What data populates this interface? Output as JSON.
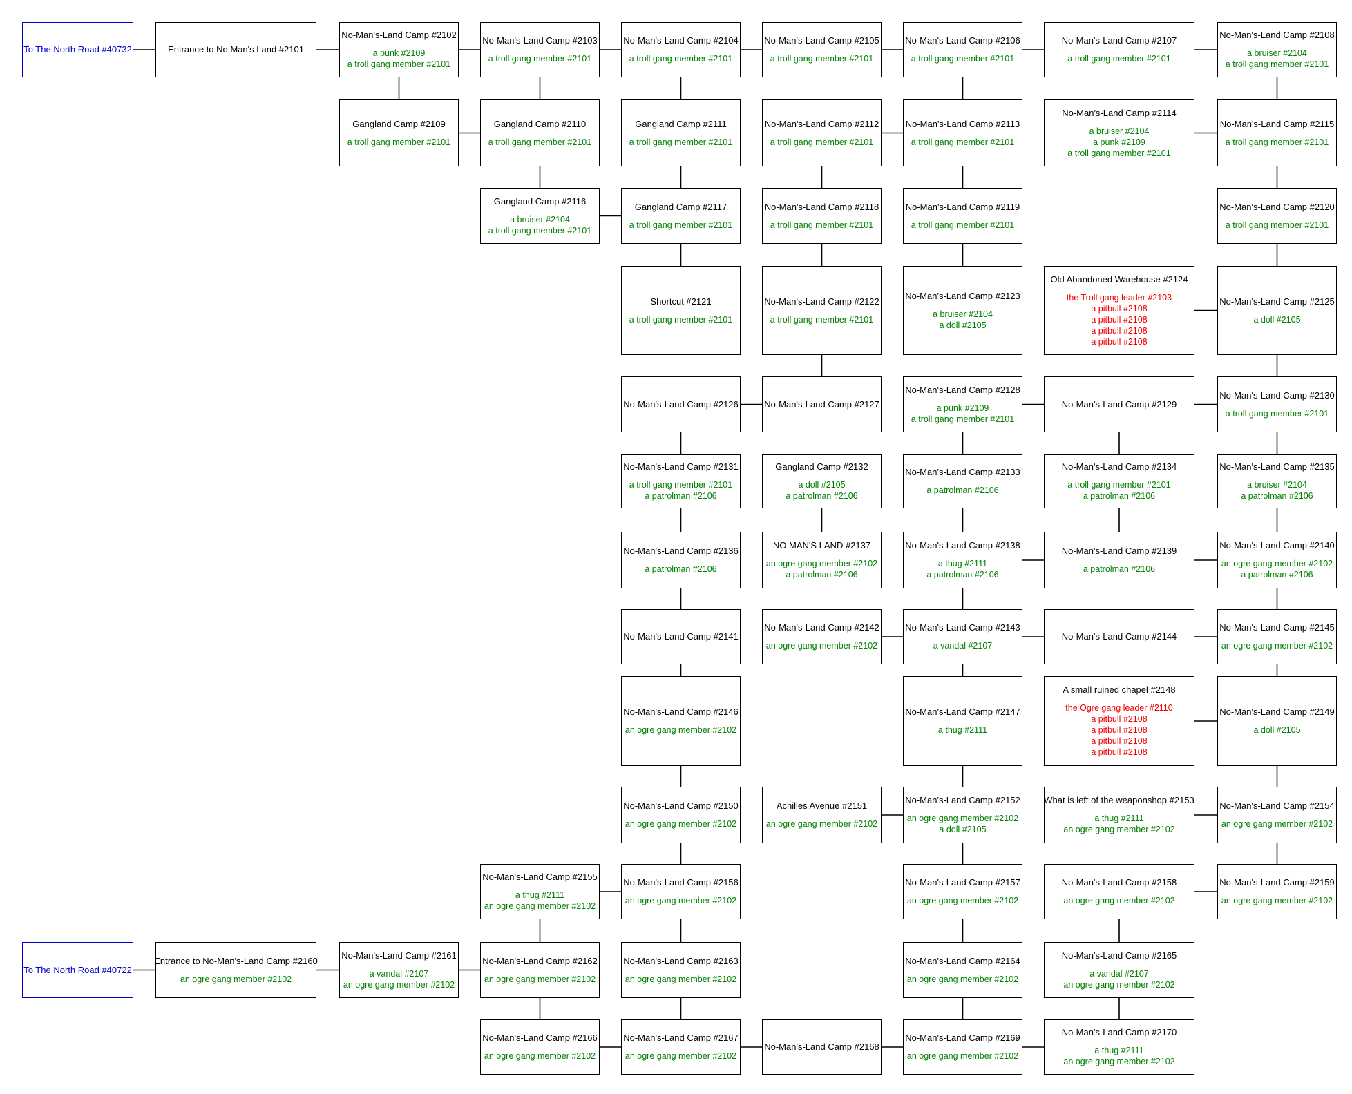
{
  "title": "",
  "colors": {
    "border": "#000000",
    "exit": "#0000cc",
    "mob": "#008000",
    "boss": "#ee0000"
  },
  "rooms": [
    {
      "id": "r40732",
      "name": "To The North Road #40732",
      "type": "exit",
      "mobs": []
    },
    {
      "id": "r2101",
      "name": "Entrance to No Man's Land #2101",
      "mobs": []
    },
    {
      "id": "r2102",
      "name": "No-Man's-Land Camp #2102",
      "mobs": [
        {
          "name": "a punk #2109"
        },
        {
          "name": "a troll gang member #2101"
        }
      ]
    },
    {
      "id": "r2103",
      "name": "No-Man's-Land Camp #2103",
      "mobs": [
        {
          "name": "a troll gang member #2101"
        }
      ]
    },
    {
      "id": "r2104",
      "name": "No-Man's-Land Camp #2104",
      "mobs": [
        {
          "name": "a troll gang member #2101"
        }
      ]
    },
    {
      "id": "r2105",
      "name": "No-Man's-Land Camp #2105",
      "mobs": [
        {
          "name": "a troll gang member #2101"
        }
      ]
    },
    {
      "id": "r2106",
      "name": "No-Man's-Land Camp #2106",
      "mobs": [
        {
          "name": "a troll gang member #2101"
        }
      ]
    },
    {
      "id": "r2107",
      "name": "No-Man's-Land Camp #2107",
      "mobs": [
        {
          "name": "a troll gang member #2101"
        }
      ]
    },
    {
      "id": "r2108",
      "name": "No-Man's-Land Camp #2108",
      "mobs": [
        {
          "name": "a bruiser #2104"
        },
        {
          "name": "a troll gang member #2101"
        }
      ]
    },
    {
      "id": "r2109",
      "name": "Gangland Camp #2109",
      "mobs": [
        {
          "name": "a troll gang member #2101"
        }
      ]
    },
    {
      "id": "r2110",
      "name": "Gangland Camp #2110",
      "mobs": [
        {
          "name": "a troll gang member #2101"
        }
      ]
    },
    {
      "id": "r2111",
      "name": "Gangland Camp #2111",
      "mobs": [
        {
          "name": "a troll gang member #2101"
        }
      ]
    },
    {
      "id": "r2112",
      "name": "No-Man's-Land Camp #2112",
      "mobs": [
        {
          "name": "a troll gang member #2101"
        }
      ]
    },
    {
      "id": "r2113",
      "name": "No-Man's-Land Camp #2113",
      "mobs": [
        {
          "name": "a troll gang member #2101"
        }
      ]
    },
    {
      "id": "r2114",
      "name": "No-Man's-Land Camp #2114",
      "mobs": [
        {
          "name": "a bruiser #2104"
        },
        {
          "name": "a punk #2109"
        },
        {
          "name": "a troll gang member #2101"
        }
      ]
    },
    {
      "id": "r2115",
      "name": "No-Man's-Land Camp #2115",
      "mobs": [
        {
          "name": "a troll gang member #2101"
        }
      ]
    },
    {
      "id": "r2116",
      "name": "Gangland Camp #2116",
      "mobs": [
        {
          "name": "a bruiser #2104"
        },
        {
          "name": "a troll gang member #2101"
        }
      ]
    },
    {
      "id": "r2117",
      "name": "Gangland Camp #2117",
      "mobs": [
        {
          "name": "a troll gang member #2101"
        }
      ]
    },
    {
      "id": "r2118",
      "name": "No-Man's-Land Camp #2118",
      "mobs": [
        {
          "name": "a troll gang member #2101"
        }
      ]
    },
    {
      "id": "r2119",
      "name": "No-Man's-Land Camp #2119",
      "mobs": [
        {
          "name": "a troll gang member #2101"
        }
      ]
    },
    {
      "id": "r2120",
      "name": "No-Man's-Land Camp #2120",
      "mobs": [
        {
          "name": "a troll gang member #2101"
        }
      ]
    },
    {
      "id": "r2121",
      "name": "Shortcut #2121",
      "mobs": [
        {
          "name": "a troll gang member #2101"
        }
      ]
    },
    {
      "id": "r2122",
      "name": "No-Man's-Land Camp #2122",
      "mobs": [
        {
          "name": "a troll gang member #2101"
        }
      ]
    },
    {
      "id": "r2123",
      "name": "No-Man's-Land Camp #2123",
      "mobs": [
        {
          "name": "a bruiser #2104"
        },
        {
          "name": "a doll #2105"
        }
      ]
    },
    {
      "id": "r2124",
      "name": "Old Abandoned Warehouse #2124",
      "mobs": [
        {
          "name": "the Troll gang leader #2103",
          "boss": true
        },
        {
          "name": "a pitbull #2108",
          "boss": true
        },
        {
          "name": "a pitbull #2108",
          "boss": true
        },
        {
          "name": "a pitbull #2108",
          "boss": true
        },
        {
          "name": "a pitbull #2108",
          "boss": true
        }
      ]
    },
    {
      "id": "r2125",
      "name": "No-Man's-Land Camp #2125",
      "mobs": [
        {
          "name": "a doll #2105"
        }
      ]
    },
    {
      "id": "r2126",
      "name": "No-Man's-Land Camp #2126",
      "mobs": []
    },
    {
      "id": "r2127",
      "name": "No-Man's-Land Camp #2127",
      "mobs": []
    },
    {
      "id": "r2128",
      "name": "No-Man's-Land Camp #2128",
      "mobs": [
        {
          "name": "a punk #2109"
        },
        {
          "name": "a troll gang member #2101"
        }
      ]
    },
    {
      "id": "r2129",
      "name": "No-Man's-Land Camp #2129",
      "mobs": []
    },
    {
      "id": "r2130",
      "name": "No-Man's-Land Camp #2130",
      "mobs": [
        {
          "name": "a troll gang member #2101"
        }
      ]
    },
    {
      "id": "r2131",
      "name": "No-Man's-Land Camp #2131",
      "mobs": [
        {
          "name": "a troll gang member #2101"
        },
        {
          "name": "a patrolman #2106"
        }
      ]
    },
    {
      "id": "r2132",
      "name": "Gangland Camp #2132",
      "mobs": [
        {
          "name": "a doll #2105"
        },
        {
          "name": "a patrolman #2106"
        }
      ]
    },
    {
      "id": "r2133",
      "name": "No-Man's-Land Camp #2133",
      "mobs": [
        {
          "name": "a patrolman #2106"
        }
      ]
    },
    {
      "id": "r2134",
      "name": "No-Man's-Land Camp #2134",
      "mobs": [
        {
          "name": "a troll gang member #2101"
        },
        {
          "name": "a patrolman #2106"
        }
      ]
    },
    {
      "id": "r2135",
      "name": "No-Man's-Land Camp #2135",
      "mobs": [
        {
          "name": "a bruiser #2104"
        },
        {
          "name": "a patrolman #2106"
        }
      ]
    },
    {
      "id": "r2136",
      "name": "No-Man's-Land Camp #2136",
      "mobs": [
        {
          "name": "a patrolman #2106"
        }
      ]
    },
    {
      "id": "r2137",
      "name": "NO MAN'S LAND #2137",
      "mobs": [
        {
          "name": "an ogre gang member #2102"
        },
        {
          "name": "a patrolman #2106"
        }
      ]
    },
    {
      "id": "r2138",
      "name": "No-Man's-Land Camp #2138",
      "mobs": [
        {
          "name": "a thug #2111"
        },
        {
          "name": "a patrolman #2106"
        }
      ]
    },
    {
      "id": "r2139",
      "name": "No-Man's-Land Camp #2139",
      "mobs": [
        {
          "name": "a patrolman #2106"
        }
      ]
    },
    {
      "id": "r2140",
      "name": "No-Man's-Land Camp #2140",
      "mobs": [
        {
          "name": "an ogre gang member #2102"
        },
        {
          "name": "a patrolman #2106"
        }
      ]
    },
    {
      "id": "r2141",
      "name": "No-Man's-Land Camp #2141",
      "mobs": []
    },
    {
      "id": "r2142",
      "name": "No-Man's-Land Camp #2142",
      "mobs": [
        {
          "name": "an ogre gang member #2102"
        }
      ]
    },
    {
      "id": "r2143",
      "name": "No-Man's-Land Camp #2143",
      "mobs": [
        {
          "name": "a vandal #2107"
        }
      ]
    },
    {
      "id": "r2144",
      "name": "No-Man's-Land Camp #2144",
      "mobs": []
    },
    {
      "id": "r2145",
      "name": "No-Man's-Land Camp #2145",
      "mobs": [
        {
          "name": "an ogre gang member #2102"
        }
      ]
    },
    {
      "id": "r2146",
      "name": "No-Man's-Land Camp #2146",
      "mobs": [
        {
          "name": "an ogre gang member #2102"
        }
      ]
    },
    {
      "id": "r2147",
      "name": "No-Man's-Land Camp #2147",
      "mobs": [
        {
          "name": "a thug #2111"
        }
      ]
    },
    {
      "id": "r2148",
      "name": "A small ruined chapel #2148",
      "mobs": [
        {
          "name": "the Ogre gang leader #2110",
          "boss": true
        },
        {
          "name": "a pitbull #2108",
          "boss": true
        },
        {
          "name": "a pitbull #2108",
          "boss": true
        },
        {
          "name": "a pitbull #2108",
          "boss": true
        },
        {
          "name": "a pitbull #2108",
          "boss": true
        }
      ]
    },
    {
      "id": "r2149",
      "name": "No-Man's-Land Camp #2149",
      "mobs": [
        {
          "name": "a doll #2105"
        }
      ]
    },
    {
      "id": "r2150",
      "name": "No-Man's-Land Camp #2150",
      "mobs": [
        {
          "name": "an ogre gang member #2102"
        }
      ]
    },
    {
      "id": "r2151",
      "name": "Achilles Avenue #2151",
      "mobs": [
        {
          "name": "an ogre gang member #2102"
        }
      ]
    },
    {
      "id": "r2152",
      "name": "No-Man's-Land Camp #2152",
      "mobs": [
        {
          "name": "an ogre gang member #2102"
        },
        {
          "name": "a doll #2105"
        }
      ]
    },
    {
      "id": "r2153",
      "name": "What is left of the weaponshop #2153",
      "mobs": [
        {
          "name": "a thug #2111"
        },
        {
          "name": "an ogre gang member #2102"
        }
      ]
    },
    {
      "id": "r2154",
      "name": "No-Man's-Land Camp #2154",
      "mobs": [
        {
          "name": "an ogre gang member #2102"
        }
      ]
    },
    {
      "id": "r2155",
      "name": "No-Man's-Land Camp #2155",
      "mobs": [
        {
          "name": "a thug #2111"
        },
        {
          "name": "an ogre gang member #2102"
        }
      ]
    },
    {
      "id": "r2156",
      "name": "No-Man's-Land Camp #2156",
      "mobs": [
        {
          "name": "an ogre gang member #2102"
        }
      ]
    },
    {
      "id": "r2157",
      "name": "No-Man's-Land Camp #2157",
      "mobs": [
        {
          "name": "an ogre gang member #2102"
        }
      ]
    },
    {
      "id": "r2158",
      "name": "No-Man's-Land Camp #2158",
      "mobs": [
        {
          "name": "an ogre gang member #2102"
        }
      ]
    },
    {
      "id": "r2159",
      "name": "No-Man's-Land Camp #2159",
      "mobs": [
        {
          "name": "an ogre gang member #2102"
        }
      ]
    },
    {
      "id": "r40722",
      "name": "To The North Road #40722",
      "type": "exit",
      "mobs": []
    },
    {
      "id": "r2160",
      "name": "Entrance to No-Man's-Land Camp #2160",
      "mobs": [
        {
          "name": "an ogre gang member #2102"
        }
      ]
    },
    {
      "id": "r2161",
      "name": "No-Man's-Land Camp #2161",
      "mobs": [
        {
          "name": "a vandal #2107"
        },
        {
          "name": "an ogre gang member #2102"
        }
      ]
    },
    {
      "id": "r2162",
      "name": "No-Man's-Land Camp #2162",
      "mobs": [
        {
          "name": "an ogre gang member #2102"
        }
      ]
    },
    {
      "id": "r2163",
      "name": "No-Man's-Land Camp #2163",
      "mobs": [
        {
          "name": "an ogre gang member #2102"
        }
      ]
    },
    {
      "id": "r2164",
      "name": "No-Man's-Land Camp #2164",
      "mobs": [
        {
          "name": "an ogre gang member #2102"
        }
      ]
    },
    {
      "id": "r2165",
      "name": "No-Man's-Land Camp #2165",
      "mobs": [
        {
          "name": "a vandal #2107"
        },
        {
          "name": "an ogre gang member #2102"
        }
      ]
    },
    {
      "id": "r2166",
      "name": "No-Man's-Land Camp #2166",
      "mobs": [
        {
          "name": "an ogre gang member #2102"
        }
      ]
    },
    {
      "id": "r2167",
      "name": "No-Man's-Land Camp #2167",
      "mobs": [
        {
          "name": "an ogre gang member #2102"
        }
      ]
    },
    {
      "id": "r2168",
      "name": "No-Man's-Land Camp #2168",
      "mobs": []
    },
    {
      "id": "r2169",
      "name": "No-Man's-Land Camp #2169",
      "mobs": [
        {
          "name": "an ogre gang member #2102"
        }
      ]
    },
    {
      "id": "r2170",
      "name": "No-Man's-Land Camp #2170",
      "mobs": [
        {
          "name": "a thug #2111"
        },
        {
          "name": "an ogre gang member #2102"
        }
      ]
    }
  ],
  "edges": [
    [
      "r40732",
      "r2101"
    ],
    [
      "r2101",
      "r2102"
    ],
    [
      "r2102",
      "r2103"
    ],
    [
      "r2103",
      "r2104"
    ],
    [
      "r2104",
      "r2105"
    ],
    [
      "r2105",
      "r2106"
    ],
    [
      "r2106",
      "r2107"
    ],
    [
      "r2107",
      "r2108"
    ],
    [
      "r2102",
      "r2109"
    ],
    [
      "r2109",
      "r2110"
    ],
    [
      "r2103",
      "r2110"
    ],
    [
      "r2104",
      "r2111"
    ],
    [
      "r2106",
      "r2113"
    ],
    [
      "r2112",
      "r2113"
    ],
    [
      "r2114",
      "r2115"
    ],
    [
      "r2108",
      "r2115"
    ],
    [
      "r2110",
      "r2116"
    ],
    [
      "r2116",
      "r2117"
    ],
    [
      "r2111",
      "r2117"
    ],
    [
      "r2112",
      "r2118"
    ],
    [
      "r2113",
      "r2119"
    ],
    [
      "r2115",
      "r2120"
    ],
    [
      "r2117",
      "r2121"
    ],
    [
      "r2118",
      "r2122"
    ],
    [
      "r2119",
      "r2123"
    ],
    [
      "r2124",
      "r2125"
    ],
    [
      "r2120",
      "r2125"
    ],
    [
      "r2122",
      "r2127"
    ],
    [
      "r2125",
      "r2130"
    ],
    [
      "r2126",
      "r2127"
    ],
    [
      "r2128",
      "r2129"
    ],
    [
      "r2129",
      "r2130"
    ],
    [
      "r2126",
      "r2131"
    ],
    [
      "r2128",
      "r2133"
    ],
    [
      "r2129",
      "r2134"
    ],
    [
      "r2130",
      "r2135"
    ],
    [
      "r2131",
      "r2136"
    ],
    [
      "r2132",
      "r2137"
    ],
    [
      "r2133",
      "r2138"
    ],
    [
      "r2134",
      "r2139"
    ],
    [
      "r2135",
      "r2140"
    ],
    [
      "r2138",
      "r2139"
    ],
    [
      "r2139",
      "r2140"
    ],
    [
      "r2136",
      "r2141"
    ],
    [
      "r2138",
      "r2143"
    ],
    [
      "r2140",
      "r2145"
    ],
    [
      "r2142",
      "r2143"
    ],
    [
      "r2143",
      "r2144"
    ],
    [
      "r2144",
      "r2145"
    ],
    [
      "r2141",
      "r2146"
    ],
    [
      "r2143",
      "r2147"
    ],
    [
      "r2145",
      "r2149"
    ],
    [
      "r2148",
      "r2149"
    ],
    [
      "r2146",
      "r2150"
    ],
    [
      "r2147",
      "r2152"
    ],
    [
      "r2149",
      "r2154"
    ],
    [
      "r2151",
      "r2152"
    ],
    [
      "r2153",
      "r2154"
    ],
    [
      "r2150",
      "r2156"
    ],
    [
      "r2152",
      "r2157"
    ],
    [
      "r2154",
      "r2159"
    ],
    [
      "r2155",
      "r2156"
    ],
    [
      "r2158",
      "r2159"
    ],
    [
      "r2155",
      "r2162"
    ],
    [
      "r2156",
      "r2163"
    ],
    [
      "r2157",
      "r2164"
    ],
    [
      "r2158",
      "r2165"
    ],
    [
      "r40722",
      "r2160"
    ],
    [
      "r2160",
      "r2161"
    ],
    [
      "r2161",
      "r2162"
    ],
    [
      "r2162",
      "r2166"
    ],
    [
      "r2163",
      "r2167"
    ],
    [
      "r2164",
      "r2169"
    ],
    [
      "r2165",
      "r2170"
    ],
    [
      "r2166",
      "r2167"
    ],
    [
      "r2167",
      "r2168"
    ],
    [
      "r2168",
      "r2169"
    ],
    [
      "r2169",
      "r2170"
    ]
  ]
}
